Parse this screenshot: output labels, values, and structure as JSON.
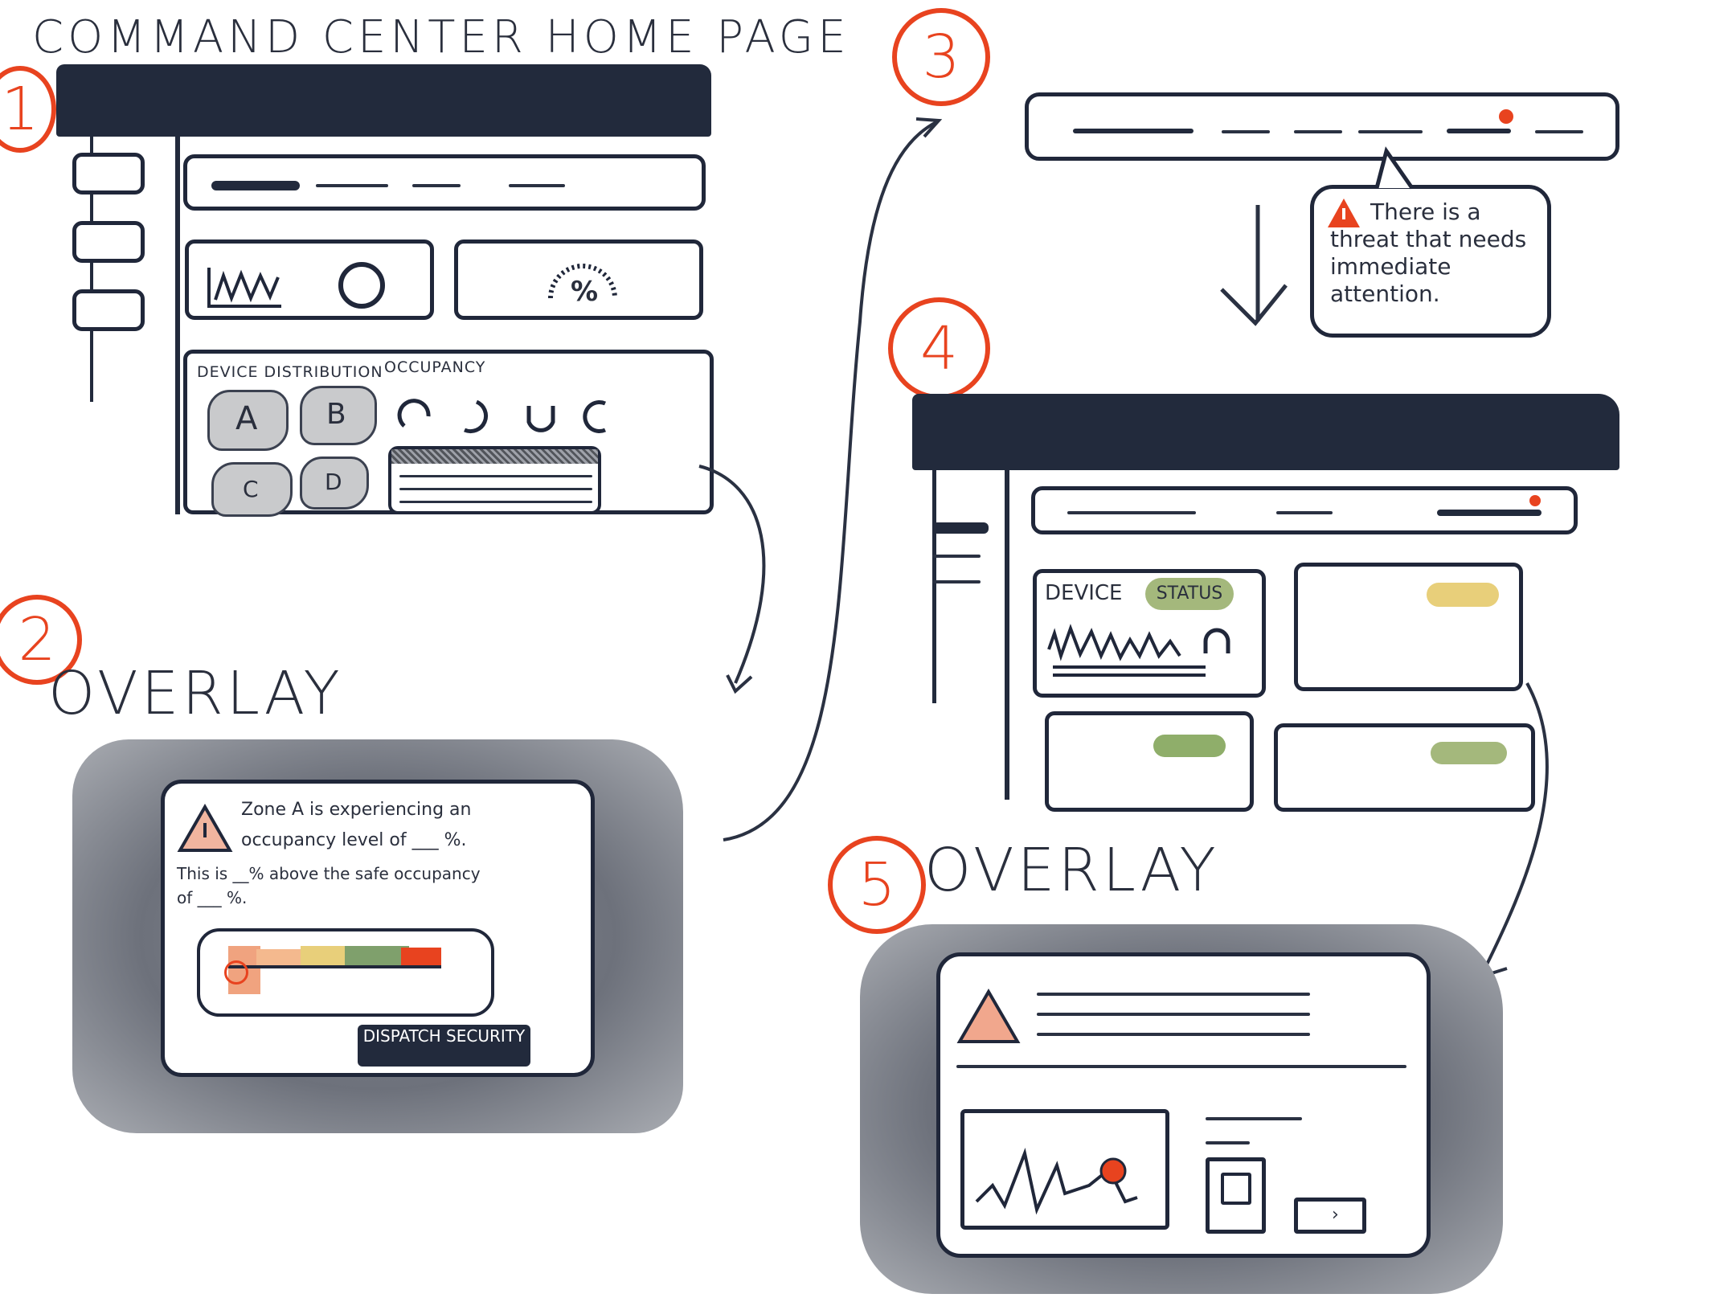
{
  "title": "COMMAND CENTER HOME PAGE",
  "steps": [
    "1",
    "2",
    "3",
    "4",
    "5"
  ],
  "overlay_labels": {
    "step2": "OVERLAY",
    "step5": "OVERLAY"
  },
  "home": {
    "device_distribution_label": "DEVICE DISTRIBUTION",
    "occupancy_label": "OCCUPANCY",
    "zones": [
      "A",
      "B",
      "C",
      "D"
    ],
    "gauge_label": "%"
  },
  "alert_modal": {
    "message_line1": "Zone A is experiencing an",
    "message_line2": "occupancy level of ___ %.",
    "message_line3": "This is __% above the safe occupancy",
    "message_line4": "of ___ %.",
    "button_label": "DISPATCH SECURITY"
  },
  "notification": {
    "message": "There is a threat that needs immediate attention."
  },
  "dashboard": {
    "device_label": "DEVICE",
    "status_label": "STATUS"
  },
  "colors": {
    "accent": "#e8431f",
    "ink": "#20273a",
    "status_green": "#a4b87c",
    "status_yellow": "#e8cf7a",
    "status_dark_green": "#8fae6a"
  },
  "icons": [
    "warning-icon",
    "alert-dot-icon",
    "arrow-down-icon",
    "arrow-icon"
  ]
}
